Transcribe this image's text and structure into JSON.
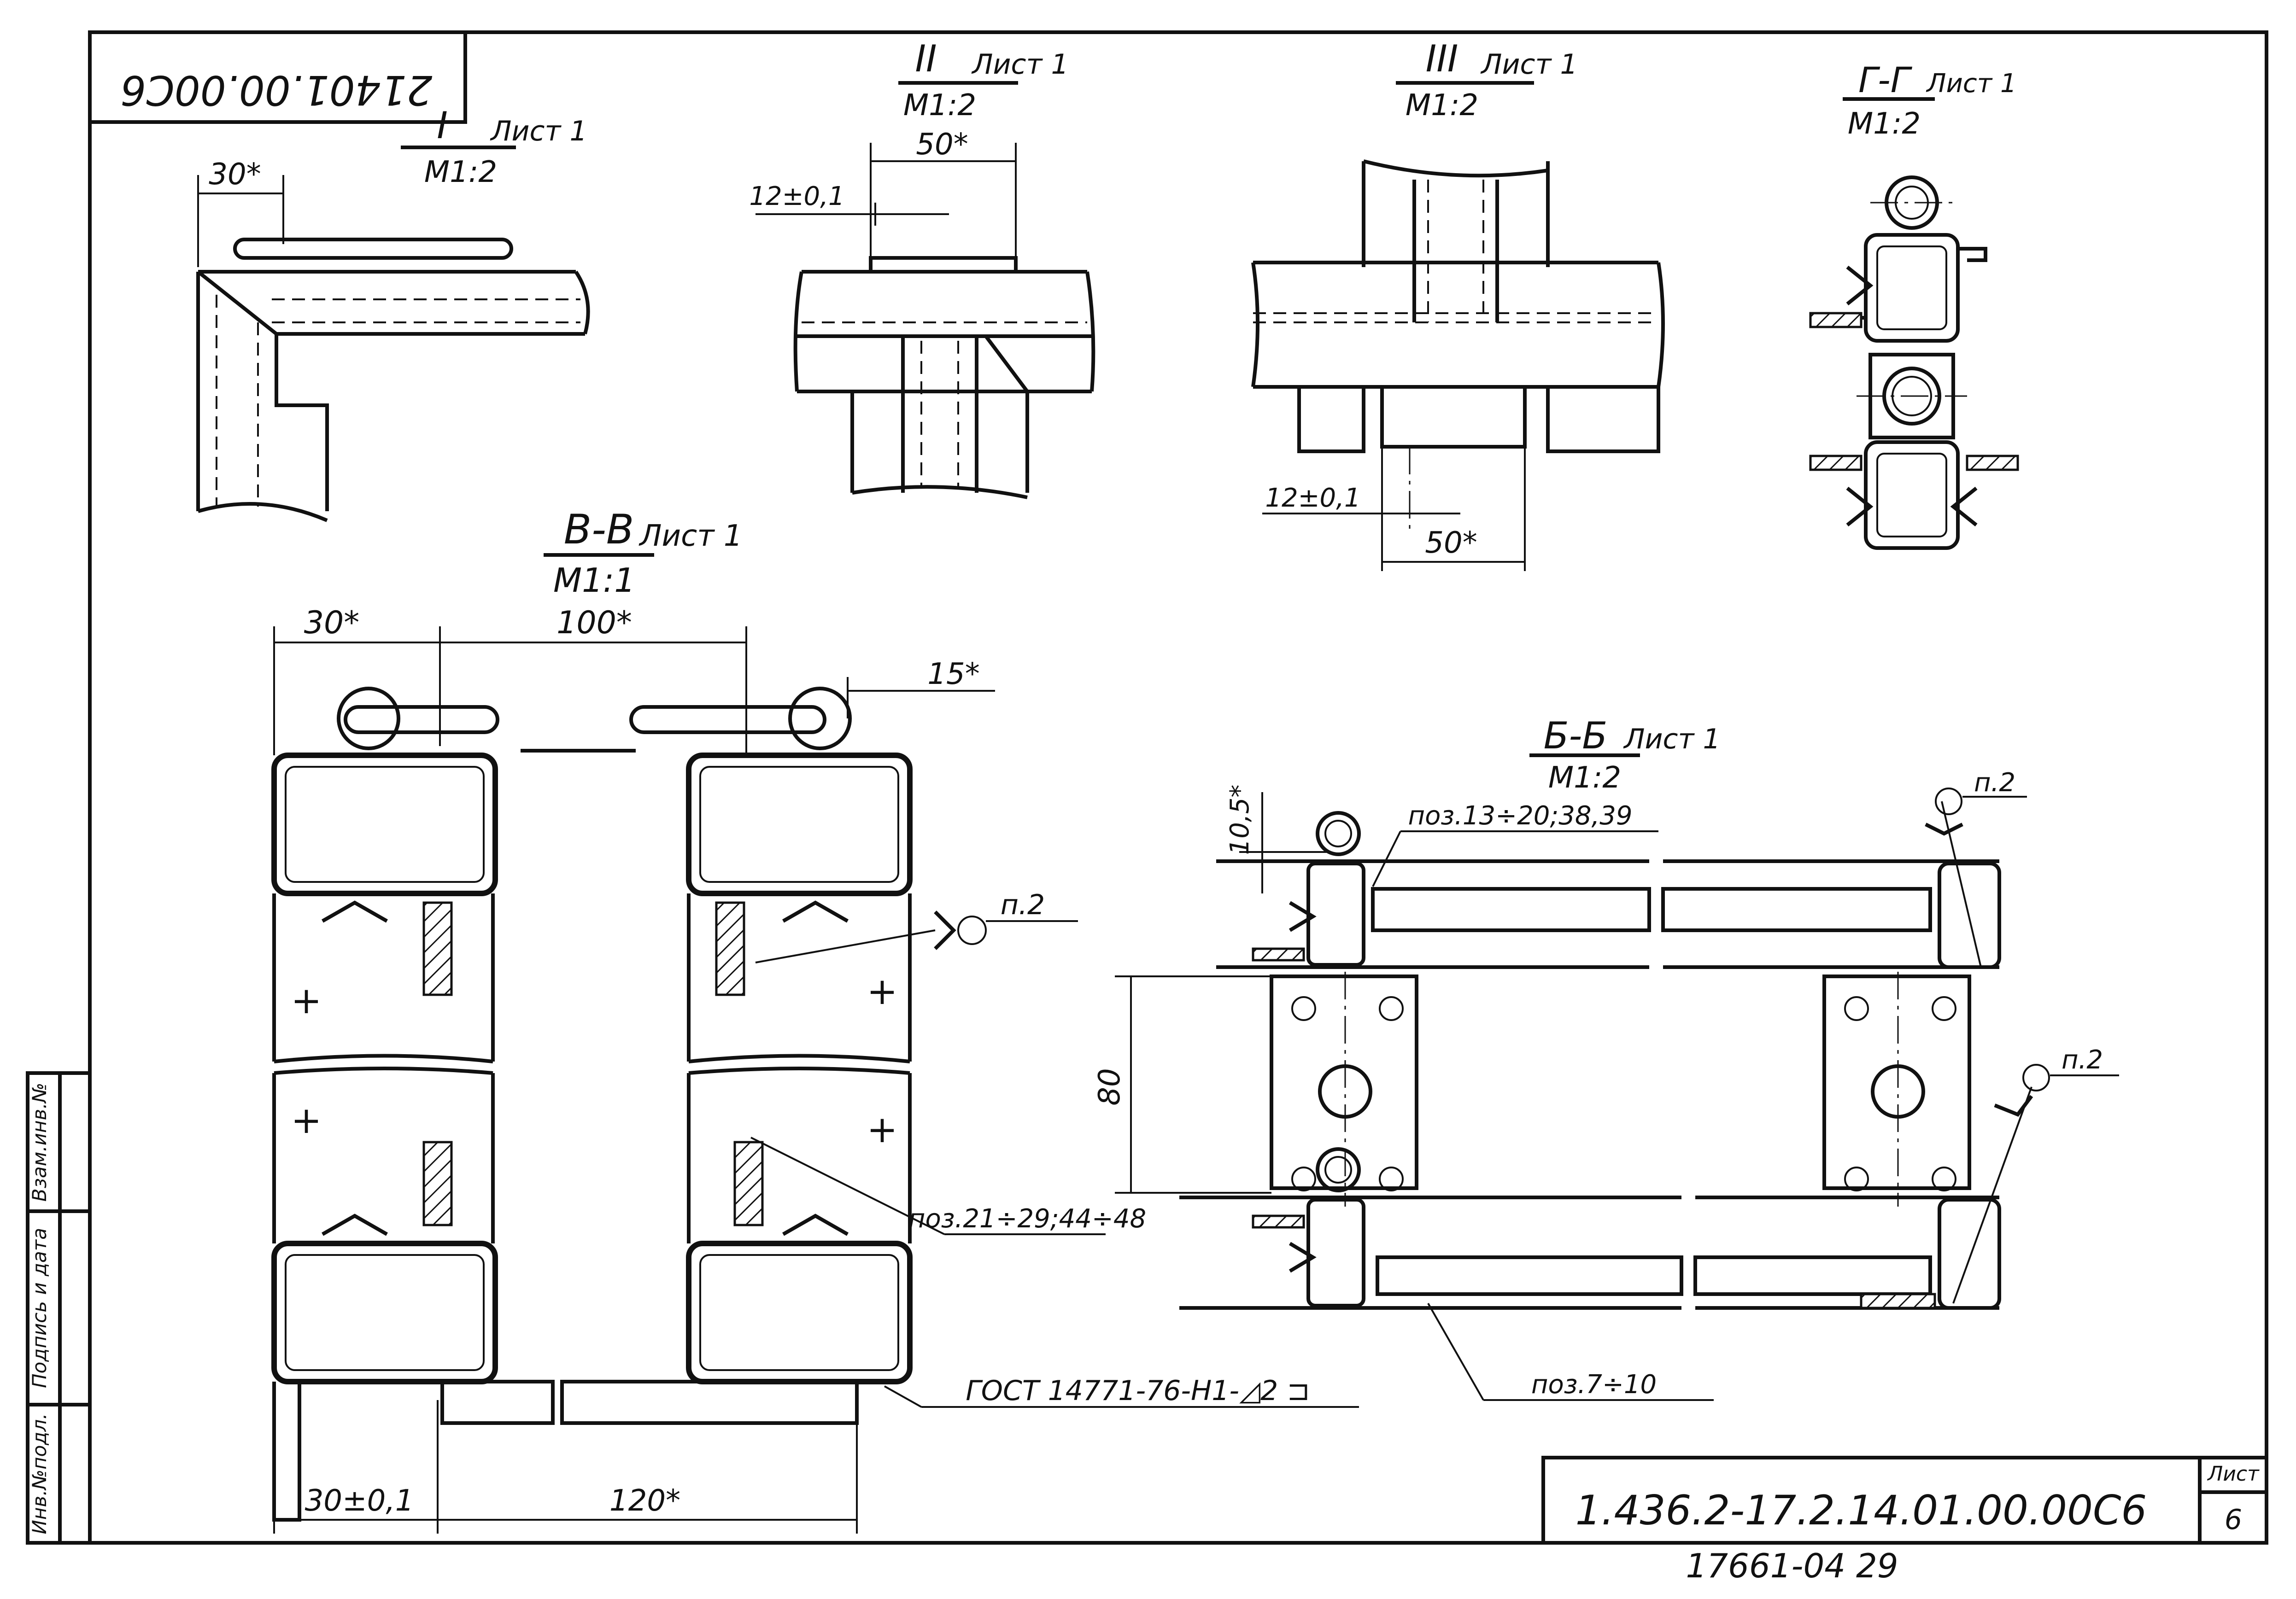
{
  "drawing": {
    "stamp_top_rotated": "21401.00.00C6",
    "main_designation": "1.436.2-17.2.14.01.00.00C6",
    "handwritten_number": "17661-04  29",
    "sheet_label": "Лист",
    "sheet_number": "6"
  },
  "side_stamp": {
    "cells": [
      "Инв.№подл.",
      "Подпись и дата",
      "Взам.инв.№"
    ]
  },
  "views": {
    "view_1": {
      "title": "I",
      "sheet": "Лист 1",
      "scale": "М1:2",
      "dim_top": "30*"
    },
    "view_2": {
      "title": "II",
      "sheet": "Лист 1",
      "scale": "М1:2",
      "dim_width": "50*",
      "dim_offset": "12±0,1"
    },
    "view_3": {
      "title": "III",
      "sheet": "Лист 1",
      "scale": "М1:2",
      "dim_width": "50*",
      "dim_offset": "12±0,1"
    },
    "view_gg": {
      "title": "Г-Г",
      "sheet": "Лист 1",
      "scale": "М1:2"
    },
    "view_vv": {
      "title": "В-В",
      "sheet": "Лист 1",
      "scale": "М1:1",
      "dim_left_top": "30*",
      "dim_span_top": "100*",
      "dim_right_top": "15*",
      "dim_left_bottom": "30±0,1",
      "dim_span_bottom": "120*",
      "weld_callout": "п.2",
      "pos_callout": "поз.21÷29;44÷48",
      "standard_callout": "ГОСТ 14771-76-Н1-◿2 ⊐"
    },
    "view_bb": {
      "title": "Б-Б",
      "sheet": "Лист 1",
      "scale": "М1:2",
      "dim_vertical": "80",
      "dim_small": "10,5*",
      "pos_top": "поз.13÷20;38,39",
      "pos_bottom": "поз.7÷10",
      "weld_callout_1": "п.2",
      "weld_callout_2": "п.2"
    }
  }
}
